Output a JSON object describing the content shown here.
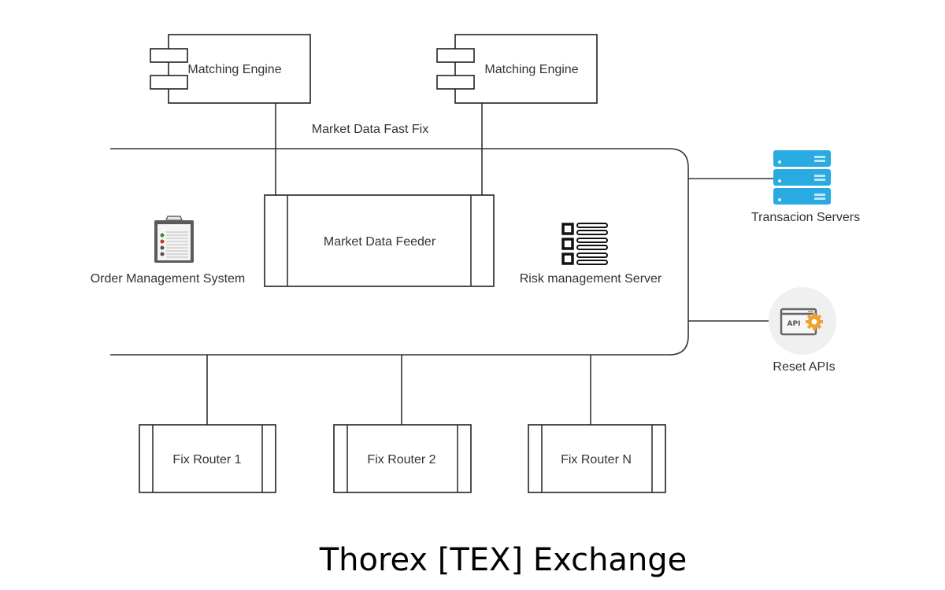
{
  "title": "Thorex [TEX] Exchange",
  "bus_label": "Market Data Fast Fix",
  "components": {
    "matching_engine_1": "Matching Engine",
    "matching_engine_2": "Matching Engine",
    "market_data_feeder": "Market Data Feeder",
    "order_management": "Order Management System",
    "risk_management": "Risk management Server",
    "transaction_servers": "Transacion Servers",
    "reset_apis": "Reset APIs",
    "api_badge": "API"
  },
  "routers": [
    "Fix Router 1",
    "Fix Router 2",
    "Fix Router N"
  ],
  "icons": {
    "order_management": "clipboard-checklist-icon",
    "risk_management": "list-server-icon",
    "transaction_servers": "server-stack-icon",
    "reset_apis": "api-gear-icon"
  },
  "colors": {
    "server_blue": "#29abe2",
    "gear_orange": "#f0a030",
    "api_circle": "#f0f0f0",
    "line": "#333333"
  }
}
